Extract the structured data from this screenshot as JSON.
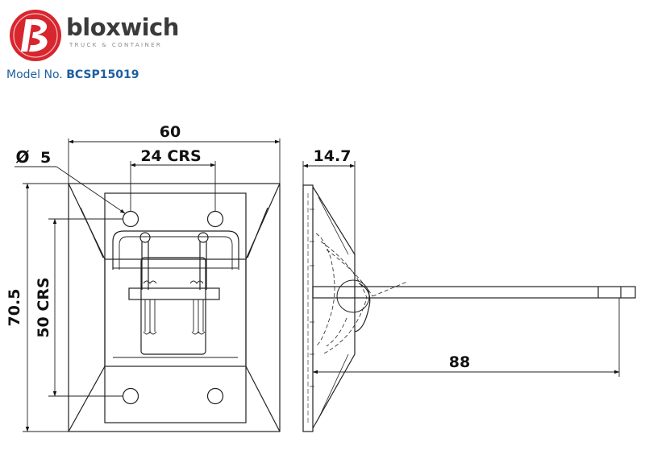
{
  "brand": {
    "name": "bloxwich",
    "tagline": "TRUCK & CONTAINER",
    "accent_color": "#d8262e"
  },
  "model": {
    "label": "Model No.",
    "value": "BCSP15019",
    "color": "#1d5fa0"
  },
  "dimensions": {
    "overall_width": "60",
    "hole_centres_h": "24 CRS",
    "hole_diameter": "5",
    "diameter_symbol": "Ø",
    "overall_height": "70.5",
    "hole_centres_v": "50 CRS",
    "depth": "14.7",
    "pin_length": "88"
  }
}
